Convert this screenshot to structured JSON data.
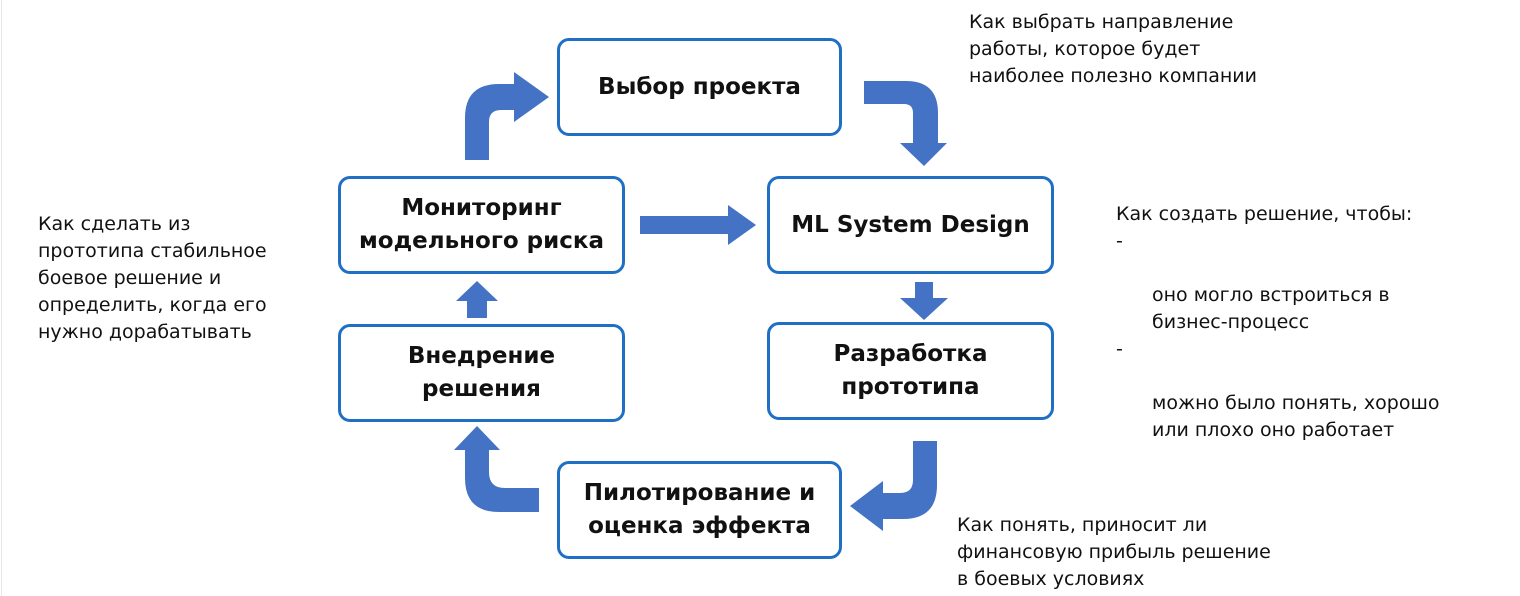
{
  "boxes": {
    "project_selection": "Выбор проекта",
    "ml_system_design": "ML System Design",
    "prototype": "Разработка\nпрототипа",
    "pilot": "Пилотирование и\nоценка эффекта",
    "deployment": "Внедрение\nрешения",
    "monitoring": "Мониторинг\nмодельного риска"
  },
  "notes": {
    "project_selection": "Как выбрать направление\nработы, которое будет\nнаиболее полезно компании",
    "ml_system_design_intro": "Как создать решение, чтобы:",
    "ml_system_design_bullets": [
      "оно могло встроиться в\nбизнес-процесс",
      "можно было понять, хорошо\nили плохо оно работает"
    ],
    "bullet_marker": "-",
    "pilot": "Как понять, приносит ли\nфинансовую прибыль решение\nв боевых условиях",
    "monitoring": "Как сделать из\nпрототипа стабильное\nбоевое решение и\nопределить, когда его\nнужно дорабатывать"
  },
  "colors": {
    "box_border": "#1f6fc5",
    "arrow_fill": "#4472c4",
    "text": "#111111"
  }
}
